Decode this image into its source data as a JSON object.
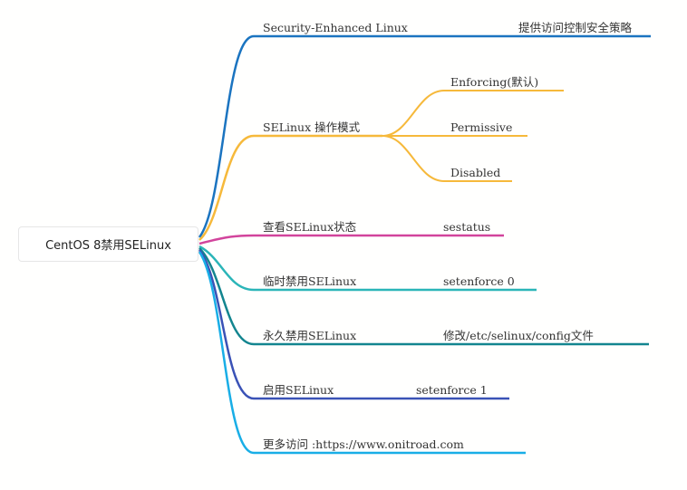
{
  "root": {
    "label": "CentOS 8禁用SELinux"
  },
  "branches": [
    {
      "label": "Security-Enhanced Linux",
      "color": "#1b74c0",
      "children": [
        {
          "label": "提供访问控制安全策略"
        }
      ]
    },
    {
      "label": "SELinux 操作模式",
      "color": "#f6b93b",
      "children": [
        {
          "label": "Enforcing(默认)"
        },
        {
          "label": "Permissive"
        },
        {
          "label": "Disabled"
        }
      ]
    },
    {
      "label": "查看SELinux状态",
      "color": "#d2449c",
      "children": [
        {
          "label": "sestatus"
        }
      ]
    },
    {
      "label": "临时禁用SELinux",
      "color": "#2bb5b8",
      "children": [
        {
          "label": "setenforce 0"
        }
      ]
    },
    {
      "label": "永久禁用SELinux",
      "color": "#13858f",
      "children": [
        {
          "label": "修改/etc/selinux/config文件"
        }
      ]
    },
    {
      "label": "启用SELinux",
      "color": "#3a52b6",
      "children": [
        {
          "label": "setenforce 1"
        }
      ]
    },
    {
      "label": "更多访问 :https://www.onitroad.com",
      "color": "#19aee6",
      "children": []
    }
  ]
}
